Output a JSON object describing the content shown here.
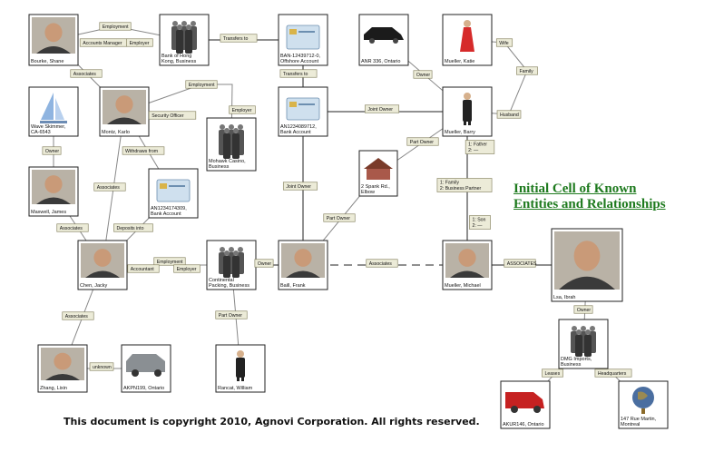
{
  "title": {
    "line1": "Initial Cell of Known",
    "line2": "Entities and Relationships"
  },
  "copyright": "This document is copyright 2010, Agnovi Corporation. All rights reserved.",
  "colors": {
    "title": "#1e7a1e",
    "tag_fill": "#ecebd8",
    "edge": "#888888"
  },
  "nodes": [
    {
      "id": "bourke",
      "icon": "person-photo-icon",
      "lines": [
        "Bourke, Shane"
      ]
    },
    {
      "id": "bank_hk",
      "icon": "business-group-icon",
      "lines": [
        "Bank of Hong",
        "Kong, Business"
      ]
    },
    {
      "id": "offshore",
      "icon": "bank-card-icon",
      "lines": [
        "BAN-12439712-0,",
        "Offshore Account"
      ]
    },
    {
      "id": "car_anr",
      "icon": "car-icon",
      "lines": [
        "ANR 336, Ontario"
      ]
    },
    {
      "id": "katie",
      "icon": "person-dress-icon",
      "lines": [
        "Mueller, Katie"
      ]
    },
    {
      "id": "boat",
      "icon": "sailboat-icon",
      "lines": [
        "Wave Skimmer,",
        "CA-6543"
      ]
    },
    {
      "id": "karlo",
      "icon": "person-photo-icon",
      "lines": [
        "Montz, Karlo"
      ]
    },
    {
      "id": "mohawk",
      "icon": "business-group-icon",
      "lines": [
        "Mohawk Casino,",
        "Business"
      ]
    },
    {
      "id": "bank_acct",
      "icon": "bank-card-icon",
      "lines": [
        "AN1234089712,",
        "Bank Account"
      ]
    },
    {
      "id": "barry",
      "icon": "person-suit-icon",
      "lines": [
        "Mueller, Barry"
      ]
    },
    {
      "id": "house",
      "icon": "house-icon",
      "lines": [
        "2 Spank Rd.,",
        "Elbow"
      ]
    },
    {
      "id": "james",
      "icon": "person-photo-icon",
      "lines": [
        "Maxwell, James"
      ]
    },
    {
      "id": "acct2",
      "icon": "bank-card-icon",
      "lines": [
        "AN1234174309,",
        "Bank Account"
      ]
    },
    {
      "id": "jacky",
      "icon": "person-photo-icon",
      "lines": [
        "Chen, Jacky"
      ]
    },
    {
      "id": "continental",
      "icon": "business-group-icon",
      "lines": [
        "Continental",
        "Packing, Business"
      ]
    },
    {
      "id": "frank",
      "icon": "person-photo-icon",
      "lines": [
        "Baill, Frank"
      ]
    },
    {
      "id": "michael",
      "icon": "person-photo-icon",
      "lines": [
        "Mueller, Michael"
      ]
    },
    {
      "id": "ibrah",
      "icon": "person-photo-icon",
      "lines": [
        "Lsa, Ibrah"
      ]
    },
    {
      "id": "dmg",
      "icon": "business-group-icon",
      "lines": [
        "DMG Imports,",
        "Business"
      ]
    },
    {
      "id": "william",
      "icon": "person-suit-icon",
      "lines": [
        "Rancat, William"
      ]
    },
    {
      "id": "lixin",
      "icon": "person-photo-icon",
      "lines": [
        "Zhang, Lixin"
      ]
    },
    {
      "id": "jeep",
      "icon": "suv-icon",
      "lines": [
        "AKPN199, Ontario"
      ]
    },
    {
      "id": "van",
      "icon": "van-icon",
      "lines": [
        "AKUR146, Ontario"
      ]
    },
    {
      "id": "globe",
      "icon": "globe-icon",
      "lines": [
        "147 Rue Martin,",
        "Montreal"
      ]
    }
  ],
  "tags": [
    {
      "id": "t_employment1",
      "lines": [
        "Employment"
      ]
    },
    {
      "id": "t_accounts_manager",
      "lines": [
        "Accounts Manager"
      ]
    },
    {
      "id": "t_employer1",
      "lines": [
        "Employer"
      ]
    },
    {
      "id": "t_transfers1",
      "lines": [
        "Transfers to"
      ]
    },
    {
      "id": "t_transfers2",
      "lines": [
        "Transfers to"
      ]
    },
    {
      "id": "t_owner_car",
      "lines": [
        "Owner"
      ]
    },
    {
      "id": "t_wife",
      "lines": [
        "Wife"
      ]
    },
    {
      "id": "t_family",
      "lines": [
        "Family"
      ]
    },
    {
      "id": "t_husband",
      "lines": [
        "Husband"
      ]
    },
    {
      "id": "t_associates1",
      "lines": [
        "Associates"
      ]
    },
    {
      "id": "t_employment2",
      "lines": [
        "Employment"
      ]
    },
    {
      "id": "t_security",
      "lines": [
        "Security Officer"
      ]
    },
    {
      "id": "t_employer2",
      "lines": [
        "Employer"
      ]
    },
    {
      "id": "t_joint_owner1",
      "lines": [
        "Joint Owner"
      ]
    },
    {
      "id": "t_owner_boat",
      "lines": [
        "Owner"
      ]
    },
    {
      "id": "t_withdraws",
      "lines": [
        "Withdraws from"
      ]
    },
    {
      "id": "t_part_owner1",
      "lines": [
        "Part Owner"
      ]
    },
    {
      "id": "t_father",
      "lines": [
        "1: Father",
        "2: —"
      ]
    },
    {
      "id": "t_associates2",
      "lines": [
        "Associates"
      ]
    },
    {
      "id": "t_joint_owner2",
      "lines": [
        "Joint Owner"
      ]
    },
    {
      "id": "t_family_bp",
      "lines": [
        "1: Family",
        "2: Business Partner"
      ]
    },
    {
      "id": "t_associates3",
      "lines": [
        "Associates"
      ]
    },
    {
      "id": "t_deposits",
      "lines": [
        "Deposits into"
      ]
    },
    {
      "id": "t_part_owner2",
      "lines": [
        "Part Owner"
      ]
    },
    {
      "id": "t_son",
      "lines": [
        "1: Son",
        "2: —"
      ]
    },
    {
      "id": "t_employment3",
      "lines": [
        "Employment"
      ]
    },
    {
      "id": "t_accountant",
      "lines": [
        "Accountant"
      ]
    },
    {
      "id": "t_employer3",
      "lines": [
        "Employer"
      ]
    },
    {
      "id": "t_owner_cont",
      "lines": [
        "Owner"
      ]
    },
    {
      "id": "t_associates4",
      "lines": [
        "Associates"
      ]
    },
    {
      "id": "t_associates_caps",
      "lines": [
        "ASSOCIATES"
      ]
    },
    {
      "id": "t_owner_dmg",
      "lines": [
        "Owner"
      ]
    },
    {
      "id": "t_associates5",
      "lines": [
        "Associates"
      ]
    },
    {
      "id": "t_part_owner3",
      "lines": [
        "Part Owner"
      ]
    },
    {
      "id": "t_unknown",
      "lines": [
        "unknown"
      ]
    },
    {
      "id": "t_leases",
      "lines": [
        "Leases"
      ]
    },
    {
      "id": "t_headquarters",
      "lines": [
        "Headquarters"
      ]
    }
  ]
}
